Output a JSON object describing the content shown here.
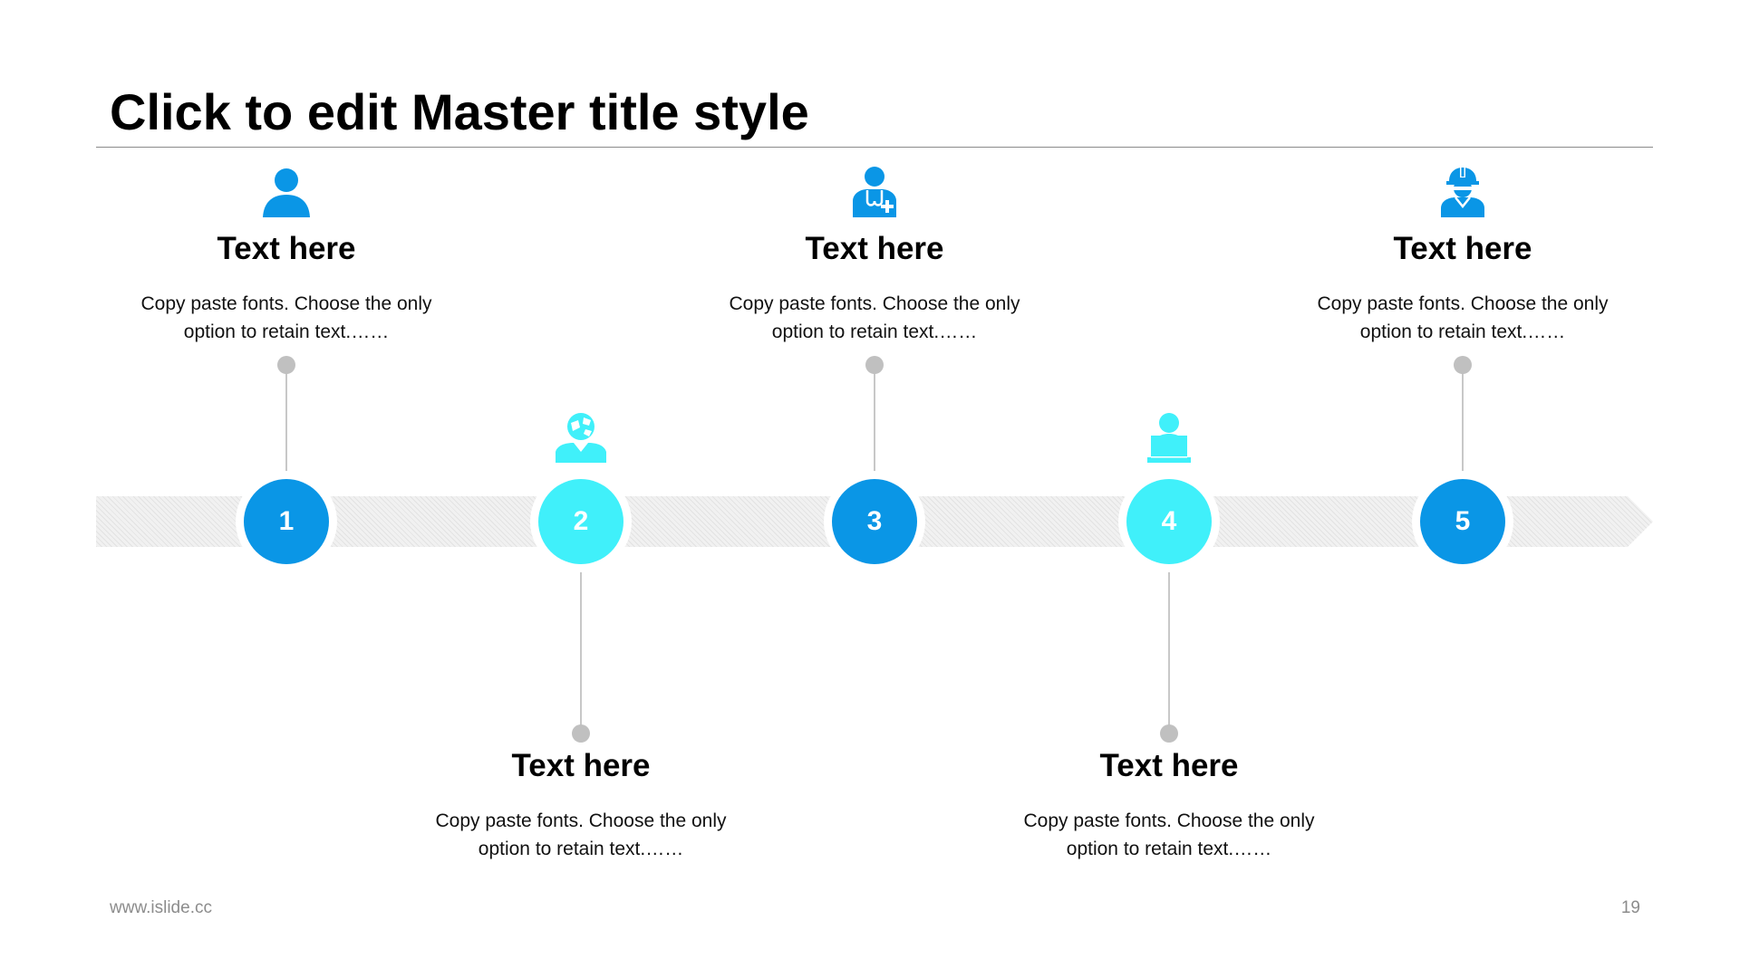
{
  "slide": {
    "title": "Click to edit Master title style",
    "footer_url": "www.islide.cc",
    "page_number": "19"
  },
  "colors": {
    "dark_blue": "#0a96e6",
    "cyan": "#40f0fa",
    "connector": "#c8c8c8",
    "band": "#f1f1f1"
  },
  "steps": [
    {
      "number": "1",
      "heading": "Text here",
      "line1": "Copy paste fonts. Choose the only",
      "line2": "option to retain text.……",
      "icon": "user-icon",
      "color": "dark_blue",
      "text_position": "top"
    },
    {
      "number": "2",
      "heading": "Text here",
      "line1": "Copy paste fonts. Choose the only",
      "line2": "option to retain text.……",
      "icon": "globe-person-icon",
      "color": "cyan",
      "text_position": "bottom"
    },
    {
      "number": "3",
      "heading": "Text here",
      "line1": "Copy paste fonts. Choose the only",
      "line2": "option to retain text.……",
      "icon": "doctor-icon",
      "color": "dark_blue",
      "text_position": "top"
    },
    {
      "number": "4",
      "heading": "Text here",
      "line1": "Copy paste fonts. Choose the only",
      "line2": "option to retain text.……",
      "icon": "laptop-user-icon",
      "color": "cyan",
      "text_position": "bottom"
    },
    {
      "number": "5",
      "heading": "Text here",
      "line1": "Copy paste fonts. Choose the only",
      "line2": "option to retain text.……",
      "icon": "worker-icon",
      "color": "dark_blue",
      "text_position": "top"
    }
  ]
}
